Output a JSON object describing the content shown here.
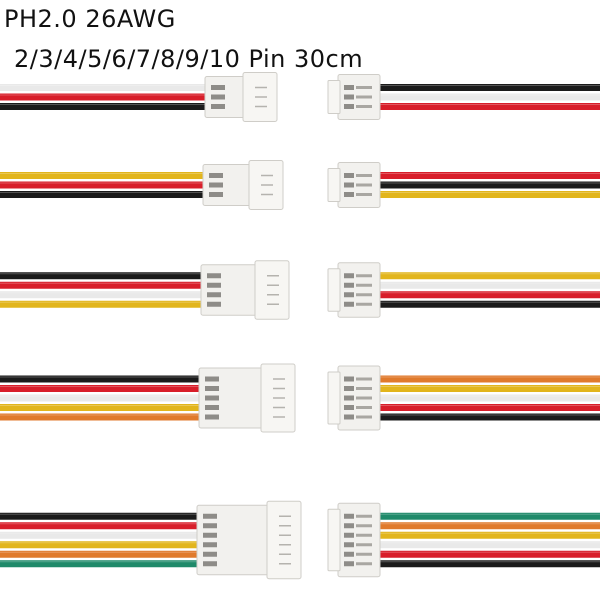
{
  "header": {
    "title": "PH2.0 26AWG",
    "subtitle": "2/3/4/5/6/7/8/9/10 Pin 30cm"
  },
  "wire_colors": {
    "red": "#d81e2a",
    "black": "#1b1b1b",
    "white": "#e9e9e9",
    "yellow": "#e2b51c",
    "orange": "#e07a2c",
    "green": "#1f8a6a",
    "connector": "#f2f1ee"
  },
  "cables": [
    {
      "name": "cable-2pin-left",
      "side": "left",
      "wires": [
        "white",
        "red",
        "black"
      ]
    },
    {
      "name": "cable-2pin-right",
      "side": "right",
      "wires": [
        "black",
        "white",
        "red"
      ]
    },
    {
      "name": "cable-3pin-left",
      "side": "left",
      "wires": [
        "yellow",
        "red",
        "black"
      ]
    },
    {
      "name": "cable-3pin-right",
      "side": "right",
      "wires": [
        "red",
        "black",
        "yellow"
      ]
    },
    {
      "name": "cable-4pin-left",
      "side": "left",
      "wires": [
        "black",
        "red",
        "white",
        "yellow"
      ]
    },
    {
      "name": "cable-4pin-right",
      "side": "right",
      "wires": [
        "yellow",
        "white",
        "red",
        "black"
      ]
    },
    {
      "name": "cable-5pin-left",
      "side": "left",
      "wires": [
        "black",
        "red",
        "white",
        "yellow",
        "orange"
      ]
    },
    {
      "name": "cable-5pin-right",
      "side": "right",
      "wires": [
        "orange",
        "yellow",
        "white",
        "red",
        "black"
      ]
    },
    {
      "name": "cable-6pin-left",
      "side": "left",
      "wires": [
        "black",
        "red",
        "white",
        "yellow",
        "orange",
        "green"
      ]
    },
    {
      "name": "cable-6pin-right",
      "side": "right",
      "wires": [
        "green",
        "orange",
        "yellow",
        "white",
        "red",
        "black"
      ]
    }
  ]
}
